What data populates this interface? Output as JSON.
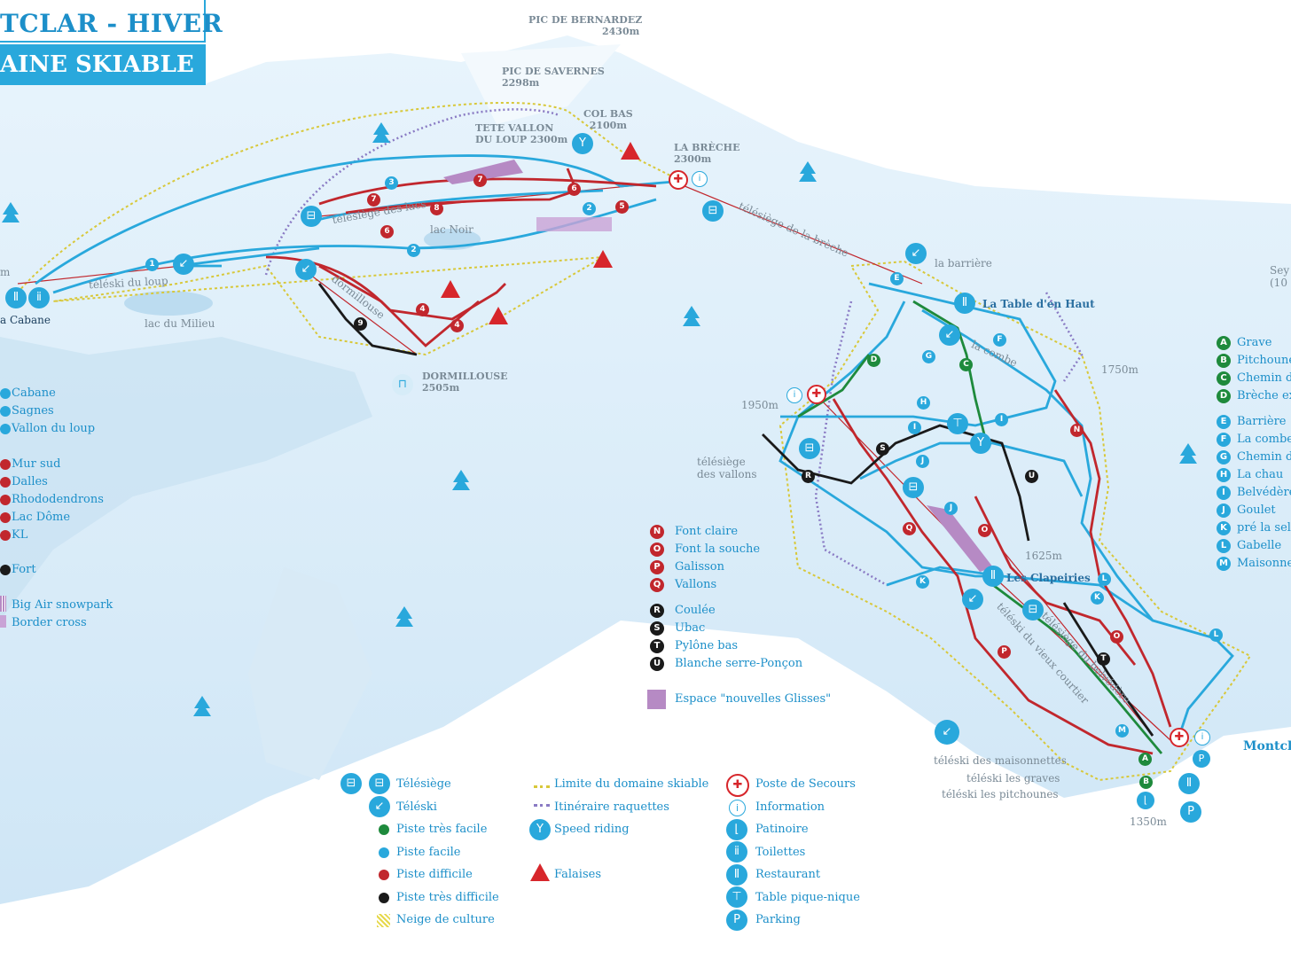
{
  "title": {
    "line1": "TCLAR - HIVER",
    "line2": "AINE SKIABLE"
  },
  "peaks": [
    {
      "name": "PIC DE BERNARDEZ",
      "alt": "2430m"
    },
    {
      "name": "PIC DE SAVERNES",
      "alt": "2298m"
    },
    {
      "name": "COL BAS",
      "alt": "2100m"
    },
    {
      "name": "TETE VALLON",
      "name2": "DU LOUP",
      "alt": "2300m"
    },
    {
      "name": "LA BRÈCHE",
      "alt": "2300m"
    },
    {
      "name": "DORMILLOUSE",
      "alt": "2505m"
    }
  ],
  "map_labels": {
    "telesiege_lacs": "télésiège des lacs",
    "lac_noir": "lac Noir",
    "teleski_loup": "téléski du loup",
    "lac_milieu": "lac du Milieu",
    "cabane": "a Cabane",
    "dormillouse": "dormillouse",
    "telesiege_breche": "télésiège de la brèche",
    "la_barriere": "la barrière",
    "table_haut": "La Table d'en Haut",
    "la_combe": "la combe",
    "alt_1750": "1750m",
    "alt_1950": "1950m",
    "telesiege_vallons_1": "télésiège",
    "telesiege_vallons_2": "des vallons",
    "alt_1625": "1625m",
    "les_clapeiries": "Les Clapeiries",
    "teleski_vieux": "téléski du vieux courtier",
    "telesiege_belvedere": "télésiège du belvédère",
    "teleski_maisonnettes": "téléski des maisonnettes",
    "teleski_graves": "téléski les graves",
    "teleski_pitchounes": "téléski les pitchounes",
    "alt_1350": "1350m",
    "sey": "Sey",
    "sey2": "(10",
    "alt_m": "m",
    "montclar_logo": "Montcl"
  },
  "left_legend": {
    "blue": [
      "Cabane",
      "Sagnes",
      "Vallon du loup"
    ],
    "red": [
      "Mur sud",
      "Dalles",
      "Rhododendrons",
      "Lac Dôme",
      "KL"
    ],
    "black": [
      "Fort"
    ],
    "snowpark": [
      "Big Air snowpark",
      "Border cross"
    ]
  },
  "right_legend": {
    "green": [
      {
        "k": "A",
        "v": "Grave"
      },
      {
        "k": "B",
        "v": "Pitchoune"
      },
      {
        "k": "C",
        "v": "Chemin de"
      },
      {
        "k": "D",
        "v": "Brèche ex"
      }
    ],
    "blue": [
      {
        "k": "E",
        "v": "Barrière"
      },
      {
        "k": "F",
        "v": "La combe"
      },
      {
        "k": "G",
        "v": "Chemin de"
      },
      {
        "k": "H",
        "v": "La chau"
      },
      {
        "k": "I",
        "v": "Belvédère"
      },
      {
        "k": "J",
        "v": "Goulet"
      },
      {
        "k": "K",
        "v": "pré la sell"
      },
      {
        "k": "L",
        "v": "Gabelle"
      },
      {
        "k": "M",
        "v": "Maisonne"
      }
    ]
  },
  "mid_legend": {
    "red": [
      {
        "k": "N",
        "v": "Font claire"
      },
      {
        "k": "O",
        "v": "Font la souche"
      },
      {
        "k": "P",
        "v": "Galisson"
      },
      {
        "k": "Q",
        "v": "Vallons"
      }
    ],
    "black": [
      {
        "k": "R",
        "v": "Coulée"
      },
      {
        "k": "S",
        "v": "Ubac"
      },
      {
        "k": "T",
        "v": "Pylône bas"
      },
      {
        "k": "U",
        "v": "Blanche serre-Ponçon"
      }
    ],
    "espace": "Espace \"nouvelles Glisses\""
  },
  "bottom_legend": {
    "col1": [
      "Télésiège",
      "Téléski",
      "Piste très facile",
      "Piste facile",
      "Piste difficile",
      "Piste très difficile",
      "Neige de culture"
    ],
    "col2": [
      "Limite du domaine skiable",
      "Itinéraire raquettes",
      "Speed riding",
      "Falaises"
    ],
    "col3": [
      "Poste de Secours",
      "Information",
      "Patinoire",
      "Toilettes",
      "Restaurant",
      "Table pique-nique",
      "Parking"
    ]
  },
  "colors": {
    "blue": "#29a8dc",
    "red": "#c1272d",
    "green": "#1e8a3c",
    "black": "#1a1a1a",
    "purple": "#b68ac4",
    "yellow": "#e6d84a",
    "snow": "#dcedf8"
  }
}
